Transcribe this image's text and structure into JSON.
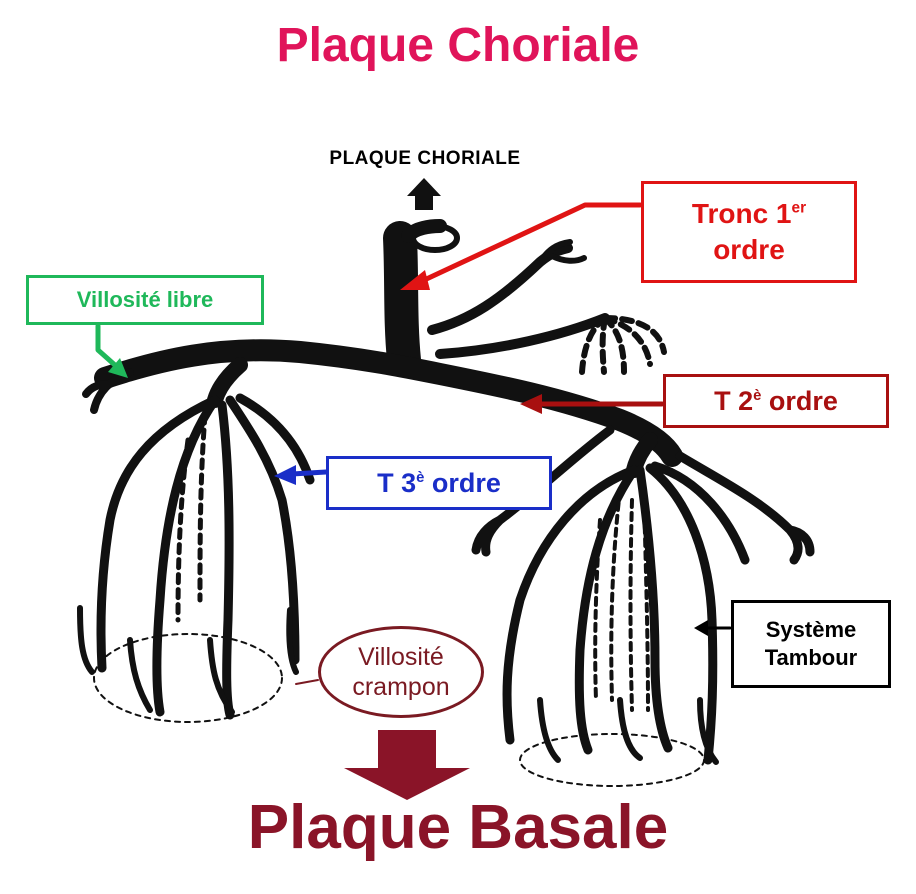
{
  "title_top": "Plaque Choriale",
  "subtitle_top": "PLAQUE CHORIALE",
  "title_bottom": "Plaque Basale",
  "labels": {
    "tronc_line1": "Tronc 1",
    "tronc_sup": "er",
    "tronc_line2": "ordre",
    "villosite_libre": "Villosité libre",
    "t2_prefix": "T 2",
    "t2_sup": "è",
    "t2_suffix": " ordre",
    "t3_prefix": "T 3",
    "t3_sup": "è",
    "t3_suffix": " ordre",
    "systeme_line1": "Système",
    "systeme_line2": "Tambour",
    "crampon_line1": "Villosité",
    "crampon_line2": "crampon"
  },
  "colors": {
    "title_top": "#e0145a",
    "title_bottom": "#8a1428",
    "tronc": "#e01414",
    "t2": "#a81010",
    "t3": "#1a2ec8",
    "libre": "#1fb85a",
    "crampon": "#7a1a22",
    "systeme": "#000000",
    "tree": "#111111"
  }
}
